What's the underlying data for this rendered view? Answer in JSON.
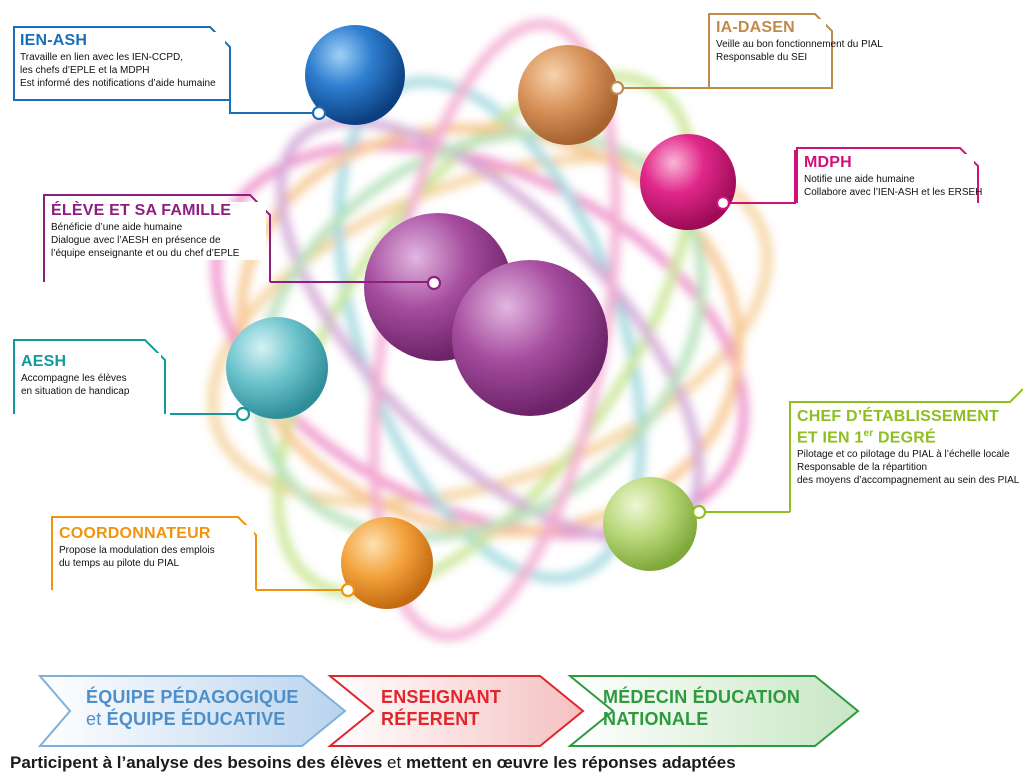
{
  "colors": {
    "ien_ash": "#1a6eb5",
    "ia_dasen": "#c08a4c",
    "mdph": "#d1107a",
    "eleve": "#8e1f7f",
    "aesh": "#149a9a",
    "chef": "#8cbf1f",
    "coordonnateur": "#ef9411",
    "band_equipe": "#4f8fc9",
    "band_enseignant": "#e0262c",
    "band_medecin": "#2e9a3e"
  },
  "roles": {
    "ien_ash": {
      "title": "IEN-ASH",
      "lines": [
        "Travaille en lien avec les IEN-CCPD,",
        "les chefs d’EPLE et la MDPH",
        "Est informé des notifications d’aide humaine"
      ]
    },
    "ia_dasen": {
      "title": "IA-DASEN",
      "lines": [
        "Veille au bon fonctionnement du PIAL",
        "Responsable du SEI"
      ]
    },
    "mdph": {
      "title": "MDPH",
      "lines": [
        "Notifie une aide humaine",
        "Collabore avec l’IEN-ASH et les ERSEH"
      ]
    },
    "eleve": {
      "title": "ÉLÈVE ET SA FAMILLE",
      "lines": [
        "Bénéficie d’une aide humaine",
        "Dialogue avec l’AESH en présence de",
        "l’équipe enseignante et ou du chef d’EPLE"
      ]
    },
    "aesh": {
      "title": "AESH",
      "lines": [
        "Accompagne les élèves",
        "en situation de handicap"
      ]
    },
    "chef": {
      "title_line1": "CHEF D’ÉTABLISSEMENT",
      "title_line2_prefix": "ET IEN 1",
      "title_line2_sup": "er",
      "title_line2_suffix": " DEGRÉ",
      "lines": [
        "Pilotage et co pilotage du PIAL à l’échelle locale",
        "Responsable de la répartition",
        "des moyens d’accompagnement au sein des PIAL"
      ]
    },
    "coordonnateur": {
      "title": "COORDONNATEUR",
      "lines": [
        "Propose la modulation des emplois",
        "du temps au pilote du PIAL"
      ]
    }
  },
  "bands": {
    "equipe": {
      "line1": "ÉQUIPE PÉDAGOGIQUE",
      "conj": "et",
      "line2": "ÉQUIPE ÉDUCATIVE"
    },
    "enseignant": {
      "line1": "ENSEIGNANT",
      "line2": "RÉFERENT"
    },
    "medecin": {
      "line1": "MÉDECIN ÉDUCATION",
      "line2": "NATIONALE"
    }
  },
  "caption": {
    "part1": "Participent à l’analyse des besoins des élèves",
    "part2": " et ",
    "part3": "mettent en œuvre les réponses adaptées"
  }
}
